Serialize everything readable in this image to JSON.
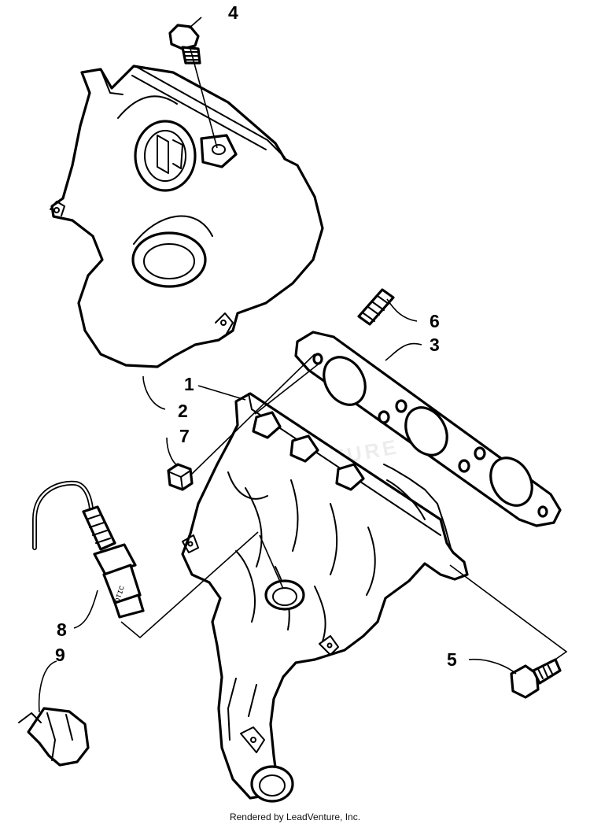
{
  "diagram": {
    "callouts": [
      "1",
      "2",
      "3",
      "4",
      "5",
      "6",
      "7",
      "8",
      "9"
    ],
    "sensor_text": "OTIC",
    "watermark": "LEADVENTURE"
  },
  "footer": {
    "credit": "Rendered by LeadVenture, Inc."
  }
}
